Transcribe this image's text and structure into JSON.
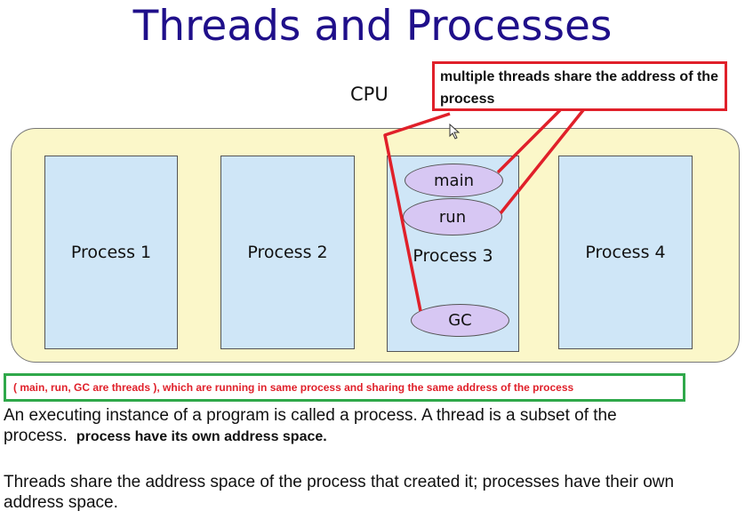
{
  "title": "Threads and Processes",
  "cpu_label": "CPU",
  "processes": [
    {
      "label": "Process 1"
    },
    {
      "label": "Process 2"
    },
    {
      "label": "Process 3"
    },
    {
      "label": "Process 4"
    }
  ],
  "threads": [
    {
      "label": "main"
    },
    {
      "label": "run"
    },
    {
      "label": "GC"
    }
  ],
  "callout": "multiple threads share the address of the process",
  "note": "( main, run, GC  are threads ), which are running in same process and sharing the same address of the process",
  "paragraph1": {
    "text": "An executing instance of a program is called a process. A thread is a subset of the process.",
    "bold": "process have its own address space."
  },
  "paragraph2": "Threads share the address space of the process that created it; processes have their own address space.",
  "colors": {
    "title": "#1f0f8a",
    "cpu_fill": "#fbf7c9",
    "process_fill": "#cfe6f7",
    "thread_fill": "#d7c7f3",
    "annotation_red": "#e0202a",
    "annotation_green": "#2fa84a"
  }
}
